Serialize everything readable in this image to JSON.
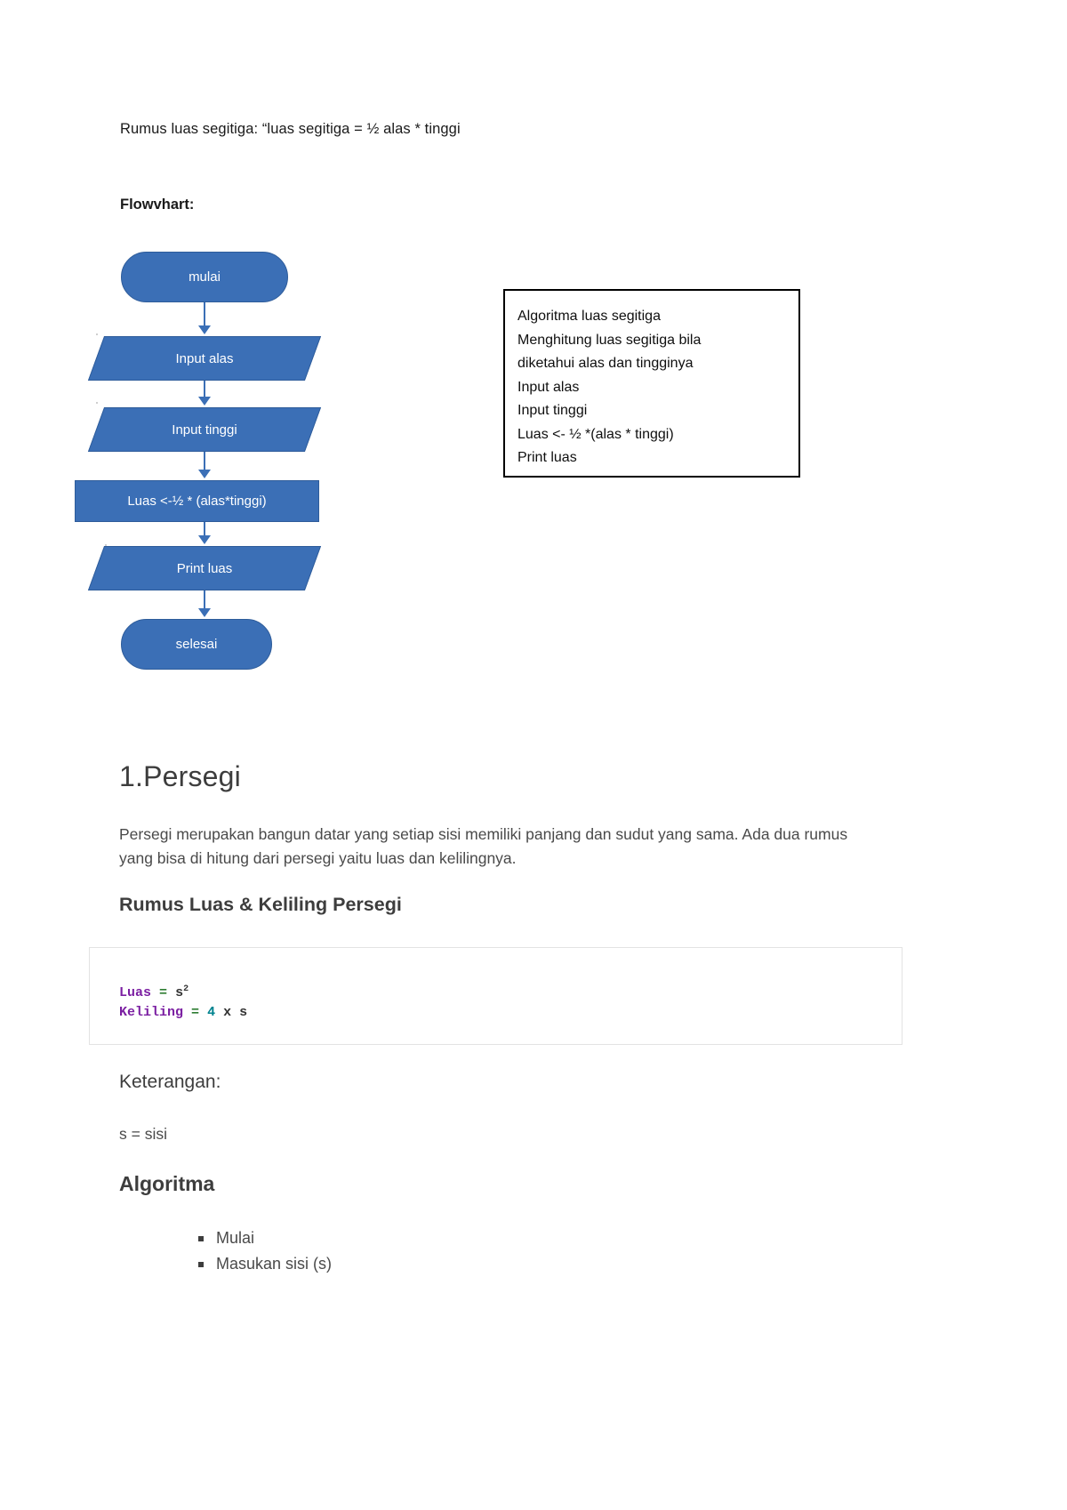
{
  "document": {
    "formula_line": "Rumus luas segitiga: “luas segitiga = ½ alas * tinggi",
    "flowchart_label": "Flowvhart:"
  },
  "flowchart": {
    "nodes": [
      {
        "id": "mulai",
        "label": "mulai",
        "shape": "terminator"
      },
      {
        "id": "input-alas",
        "label": "Input alas",
        "shape": "parallelogram"
      },
      {
        "id": "input-tinggi",
        "label": "Input tinggi",
        "shape": "parallelogram"
      },
      {
        "id": "luas",
        "label": "Luas <-½  * (alas*tinggi)",
        "shape": "process"
      },
      {
        "id": "print-luas",
        "label": "Print luas",
        "shape": "parallelogram"
      },
      {
        "id": "selesai",
        "label": "selesai",
        "shape": "terminator"
      }
    ],
    "shape_fill": "#3b6fb6",
    "shape_stroke": "#2e5c9a",
    "connector_color": "#3b6fb6"
  },
  "algorithm_box": {
    "lines": [
      "Algoritma luas segitiga",
      "Menghitung luas segitiga bila",
      "diketahui alas dan tingginya",
      "Input alas",
      "Input tinggi",
      "Luas <- ½ *(alas * tinggi)",
      "Print luas"
    ],
    "border_color": "#000000"
  },
  "section": {
    "heading": "1.Persegi",
    "paragraph": "Persegi merupakan bangun datar yang setiap sisi memiliki panjang dan sudut yang sama. Ada dua rumus yang bisa di hitung dari persegi yaitu luas dan kelilingnya.",
    "subheading": "Rumus Luas & Keliling Persegi"
  },
  "code_block": {
    "line1": {
      "keyword": "Luas",
      "operator": "=",
      "value": "s",
      "exponent": "2"
    },
    "line2": {
      "keyword": "Keliling",
      "operator": "=",
      "number": "4",
      "times": "x",
      "variable": "s"
    },
    "colors": {
      "keyword": "#7b1fa2",
      "operator": "#2e7d32",
      "number": "#00838f",
      "variable": "#333333",
      "border": "#e3e3e3"
    }
  },
  "keterangan": {
    "heading": "Keterangan:",
    "value": "s = sisi"
  },
  "algoritma": {
    "heading": "Algoritma",
    "items": [
      "Mulai",
      "Masukan sisi (s)"
    ]
  }
}
